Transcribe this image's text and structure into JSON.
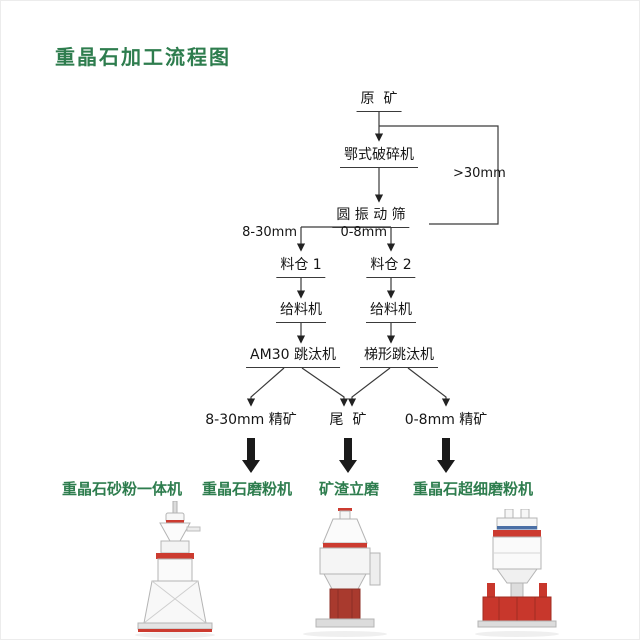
{
  "title": "重晶石加工流程图",
  "flow": {
    "raw_ore": "原  矿",
    "jaw_crusher": "鄂式破碎机",
    "oversize": ">30mm",
    "vibrating_screen": "圆 振 动 筛",
    "size_8_30": "8-30mm",
    "size_0_8": "0-8mm",
    "bin_1": "料仓 1",
    "bin_2": "料仓 2",
    "feeder_1": "给料机",
    "feeder_2": "给料机",
    "jig_am30": "AM30 跳汰机",
    "jig_trapezoid": "梯形跳汰机",
    "concentrate_8_30": "8-30mm 精矿",
    "tailings": "尾  矿",
    "concentrate_0_8": "0-8mm 精矿"
  },
  "products": [
    {
      "label": "重晶石砂粉一体机"
    },
    {
      "label": "重晶石磨粉机"
    },
    {
      "label": "矿渣立磨"
    },
    {
      "label": "重晶石超细磨粉机"
    }
  ],
  "machine_images": [
    {
      "name": "raymond-mill-image"
    },
    {
      "name": "vertical-roller-mill-image"
    },
    {
      "name": "ultrafine-mill-image"
    }
  ],
  "colors": {
    "accent_green": "#2e7d4e",
    "line_black": "#222222",
    "machine_red": "#cc3b30",
    "machine_dark_red": "#a93a2e",
    "machine_blue": "#4a6fa5"
  }
}
